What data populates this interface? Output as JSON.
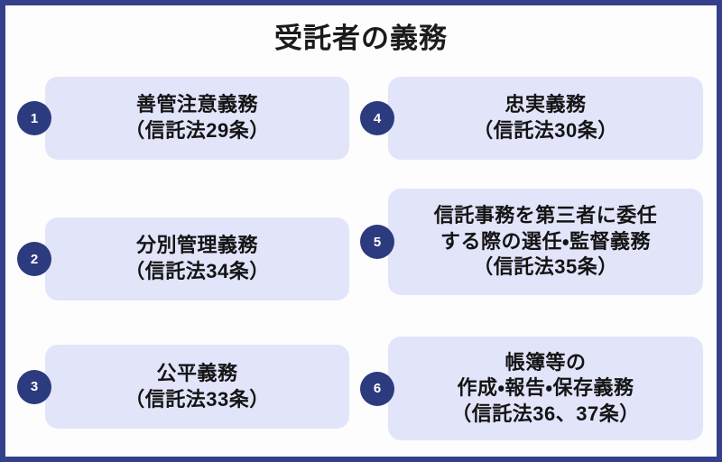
{
  "frame": {
    "border_color": "#34408a",
    "background_color": "#fdfdfd"
  },
  "header": {
    "title": "受託者の義務"
  },
  "theme": {
    "card_background": "#e2e4fa",
    "badge_background": "#2c3a7e",
    "badge_text_color": "#ffffff",
    "text_color": "#141414"
  },
  "duties": [
    {
      "number": "1",
      "column": "left",
      "row": 1,
      "lines": [
        "善管注意義務",
        "（信託法29条）"
      ]
    },
    {
      "number": "2",
      "column": "left",
      "row": 2,
      "lines": [
        "分別管理義務",
        "（信託法34条）"
      ]
    },
    {
      "number": "3",
      "column": "left",
      "row": 3,
      "lines": [
        "公平義務",
        "（信託法33条）"
      ]
    },
    {
      "number": "4",
      "column": "right",
      "row": 1,
      "lines": [
        "忠実義務",
        "（信託法30条）"
      ]
    },
    {
      "number": "5",
      "column": "right",
      "row": 2,
      "lines": [
        "信託事務を第三者に委任",
        "する際の選任・監督義務",
        "（信託法35条）"
      ]
    },
    {
      "number": "6",
      "column": "right",
      "row": 3,
      "lines": [
        "帳簿等の",
        "作成・報告・保存義務",
        "（信託法36、37条）"
      ]
    }
  ]
}
